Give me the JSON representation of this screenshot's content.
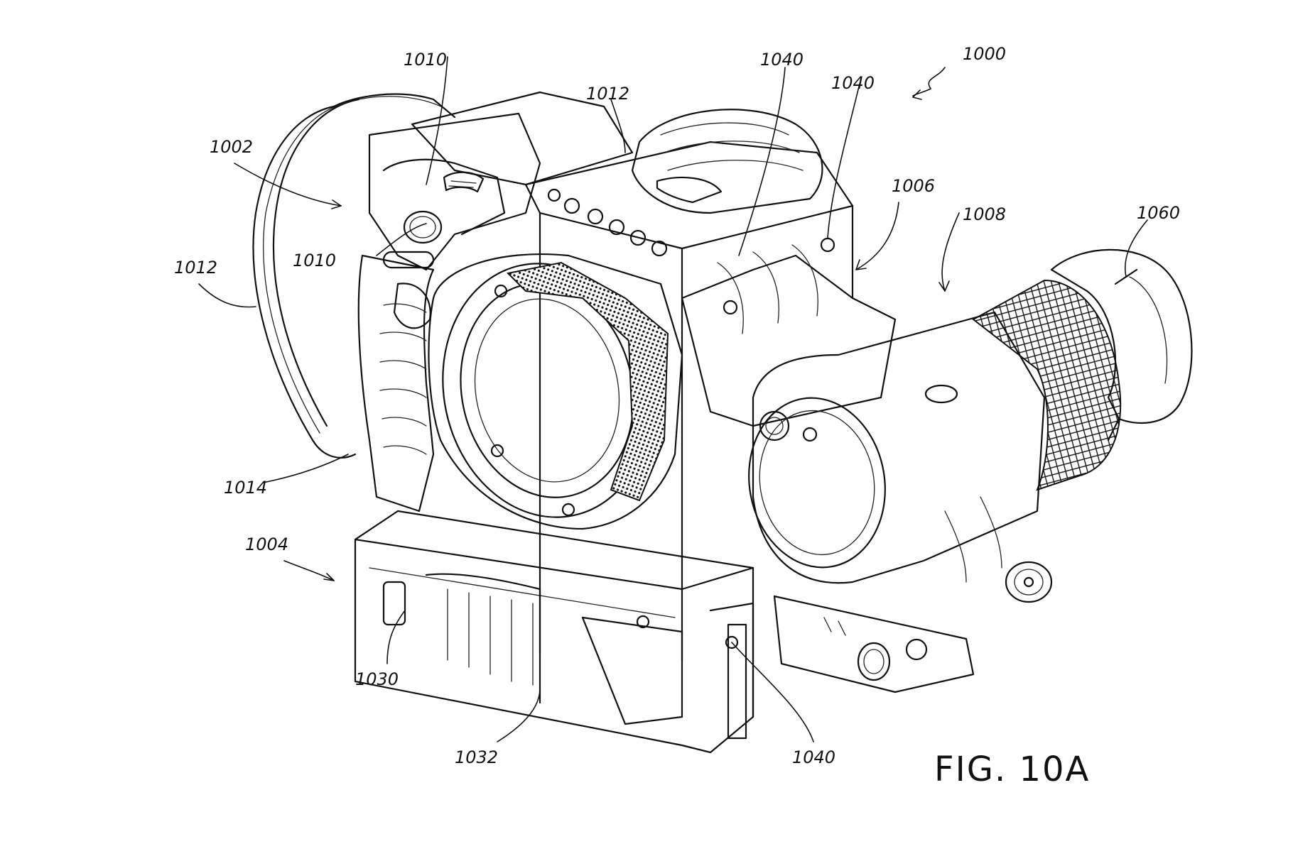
{
  "figure": {
    "caption": "FIG. 10A"
  },
  "labels": [
    {
      "id": "lbl-1000",
      "text": "1000"
    },
    {
      "id": "lbl-1002",
      "text": "1002"
    },
    {
      "id": "lbl-1004",
      "text": "1004"
    },
    {
      "id": "lbl-1006",
      "text": "1006"
    },
    {
      "id": "lbl-1008",
      "text": "1008"
    },
    {
      "id": "lbl-1010-top",
      "text": "1010"
    },
    {
      "id": "lbl-1010-grip",
      "text": "1010"
    },
    {
      "id": "lbl-1012-top",
      "text": "1012"
    },
    {
      "id": "lbl-1012-handle",
      "text": "1012"
    },
    {
      "id": "lbl-1014",
      "text": "1014"
    },
    {
      "id": "lbl-1030",
      "text": "1030"
    },
    {
      "id": "lbl-1032",
      "text": "1032"
    },
    {
      "id": "lbl-1040-a",
      "text": "1040"
    },
    {
      "id": "lbl-1040-b",
      "text": "1040"
    },
    {
      "id": "lbl-1040-c",
      "text": "1040"
    },
    {
      "id": "lbl-1060",
      "text": "1060"
    }
  ]
}
